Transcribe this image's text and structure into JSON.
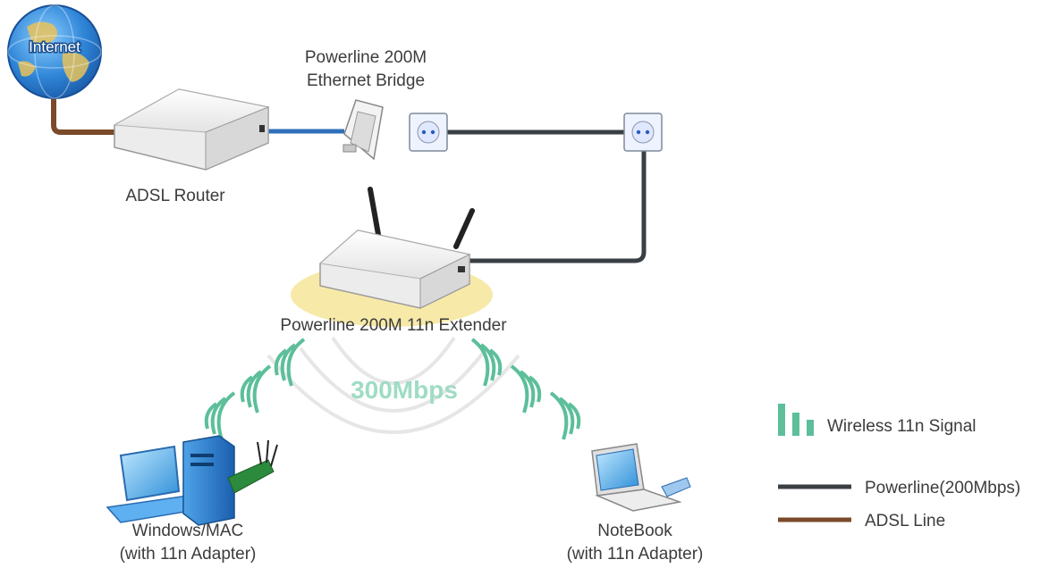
{
  "nodes": {
    "internet": "Internet",
    "adsl_router": "ADSL Router",
    "bridge_line1": "Powerline 200M",
    "bridge_line2": "Ethernet Bridge",
    "extender": "Powerline 200M 11n Extender",
    "desktop_line1": "Windows/MAC",
    "desktop_line2": "(with 11n Adapter)",
    "notebook_line1": "NoteBook",
    "notebook_line2": "(with 11n Adapter)"
  },
  "speed_label": "300Mbps",
  "legend": {
    "wireless": "Wireless 11n Signal",
    "powerline": "Powerline(200Mbps)",
    "adsl": "ADSL Line"
  },
  "colors": {
    "powerline": "#3a3f44",
    "adsl": "#7a4a2a",
    "ethernet": "#2f6fb8",
    "wireless": "#5cbf9a",
    "coverage": "#f7e9a8"
  }
}
